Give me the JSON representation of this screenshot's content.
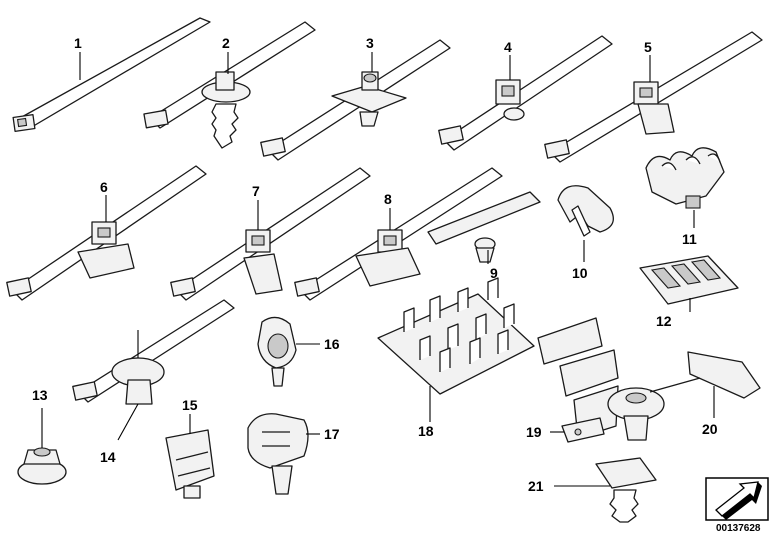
{
  "callouts": {
    "n1": "1",
    "n2": "2",
    "n3": "3",
    "n4": "4",
    "n5": "5",
    "n6": "6",
    "n7": "7",
    "n8": "8",
    "n9": "9",
    "n10": "10",
    "n11": "11",
    "n12": "12",
    "n13": "13",
    "n14": "14",
    "n15": "15",
    "n16": "16",
    "n17": "17",
    "n18": "18",
    "n19": "19",
    "n20": "20",
    "n21": "21"
  },
  "document_id": "00137628",
  "nav_icon": "arrow-icon"
}
